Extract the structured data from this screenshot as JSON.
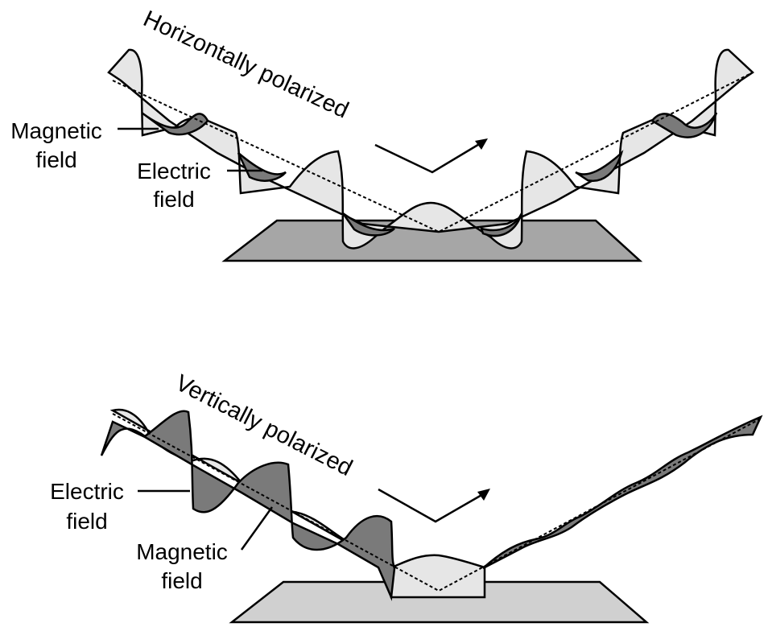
{
  "colors": {
    "stroke": "#000000",
    "light_fill": "#e6e6e6",
    "dark_fill": "#7a7a7a",
    "surface_light": "#d0d0d0",
    "surface_dark": "#a6a6a6",
    "background": "#ffffff"
  },
  "top_panel": {
    "title": "Horizontally polarized",
    "magnetic_label": [
      "Magnetic",
      "field"
    ],
    "electric_label": [
      "Electric",
      "field"
    ]
  },
  "bottom_panel": {
    "title": "Vertically polarized",
    "electric_label": [
      "Electric",
      "field"
    ],
    "magnetic_label": [
      "Magnetic",
      "field"
    ]
  }
}
